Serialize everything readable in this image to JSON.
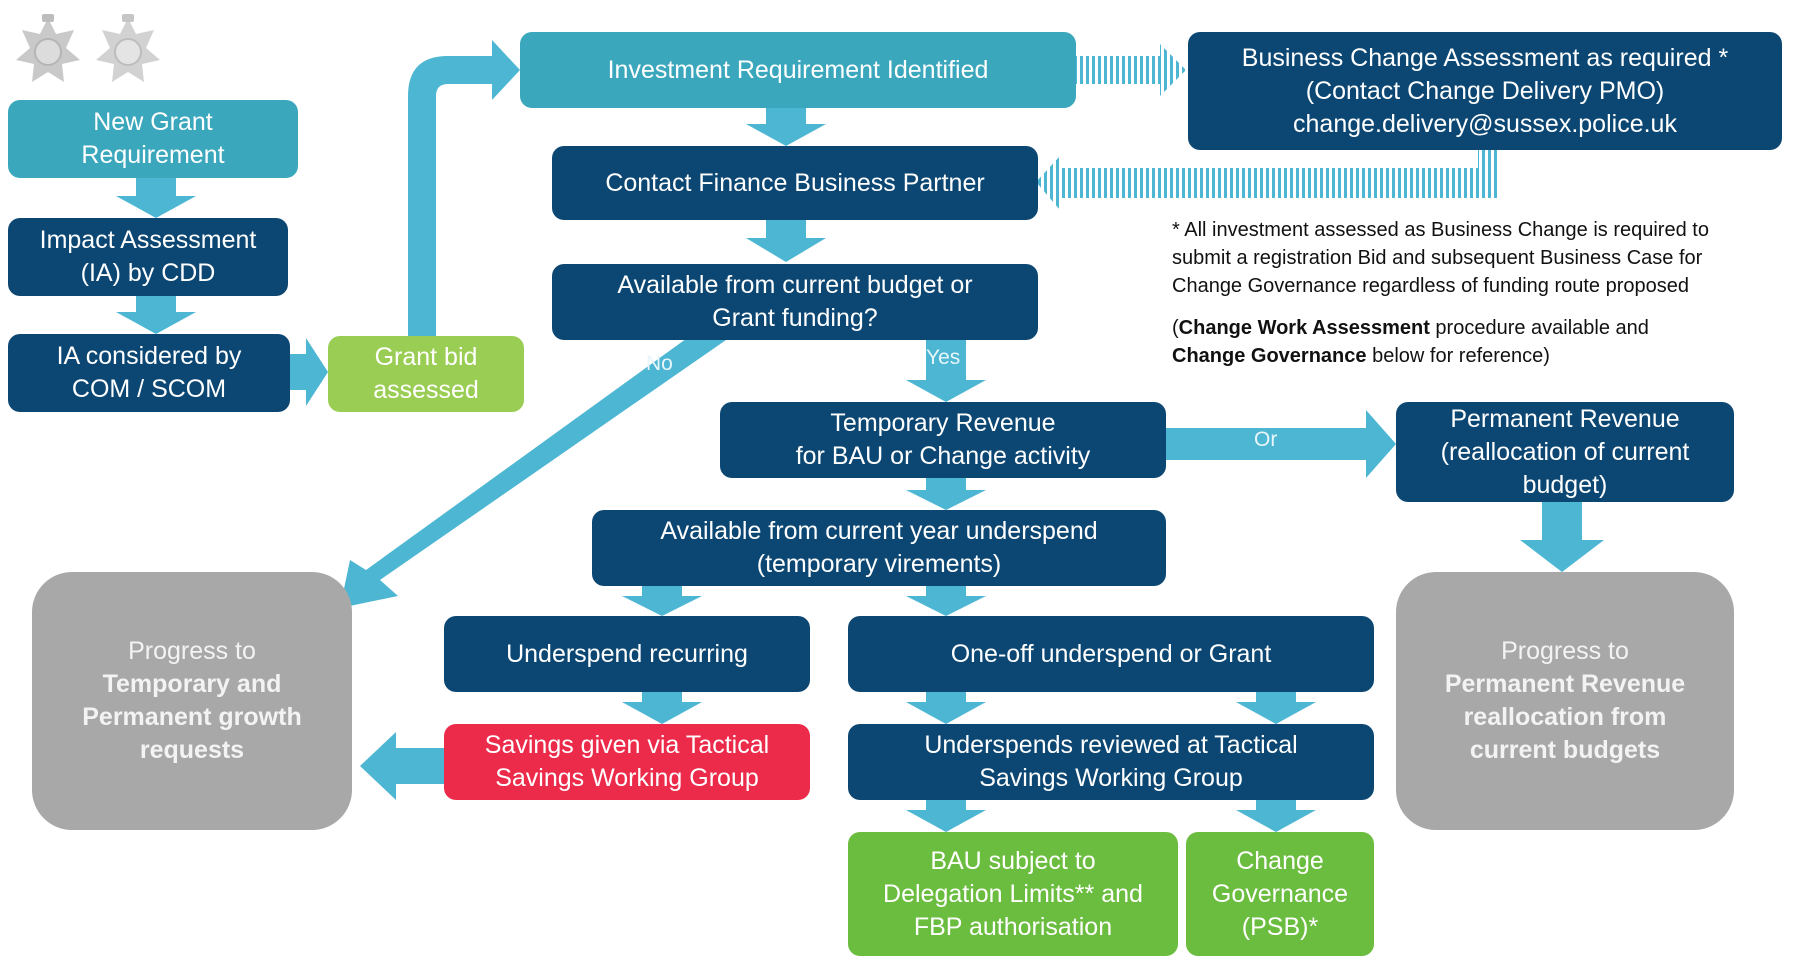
{
  "boxes": {
    "new_grant": "New Grant\nRequirement",
    "impact_assessment": "Impact Assessment\n(IA) by CDD",
    "ia_considered": "IA considered by\nCOM / SCOM",
    "grant_bid": "Grant bid\nassessed",
    "investment": "Investment  Requirement  Identified",
    "bca": "Business Change Assessment as required *\n(Contact Change Delivery PMO)\nchange.delivery@sussex.police.uk",
    "contact_fbp": "Contact Finance Business Partner",
    "available_budget": "Available  from current budget  or\nGrant funding?",
    "temp_revenue": "Temporary Revenue\nfor BAU or Change activity",
    "perm_revenue": "Permanent Revenue\n(reallocation of current\nbudget)",
    "available_underspend": "Available  from current year underspend\n(temporary virements)",
    "underspend_recurring": "Underspend recurring",
    "oneoff": "One-off underspend  or Grant",
    "savings": "Savings given via Tactical\nSavings Working Group",
    "underspends_reviewed": "Underspends reviewed at Tactical\nSavings Working Group",
    "bau": "BAU subject to\nDelegation Limits** and\nFBP authorisation",
    "change_gov": "Change\nGovernance\n(PSB)*",
    "progress_temp_line1": "Progress to",
    "progress_temp_bold": "Temporary and\nPermanent growth\nrequests",
    "progress_perm_line1": "Progress to",
    "progress_perm_bold": "Permanent Revenue\nreallocation from\ncurrent budgets"
  },
  "labels": {
    "no": "No",
    "yes": "Yes",
    "or": "Or"
  },
  "notes": {
    "asterisk_note": "* All investment  assessed as Business  Change is required to\nsubmit a registration Bid and subsequent  Business Case for\nChange Governance  regardless of funding route proposed",
    "cwa_open": "(",
    "cwa_bold": "Change Work Assessment",
    "cwa_mid": " procedure available  and",
    "cg_bold": "Change Governance",
    "cg_tail": " below for reference)"
  },
  "colors": {
    "teal": "#3aa7bd",
    "navy": "#0c4773",
    "lime": "#9acd53",
    "red": "#ec2a4a",
    "green": "#6bbd3f",
    "grey": "#a8a8a8",
    "arrow": "#4cb6d3"
  },
  "icons": [
    "police-crest-icon",
    "police-crest-icon"
  ]
}
